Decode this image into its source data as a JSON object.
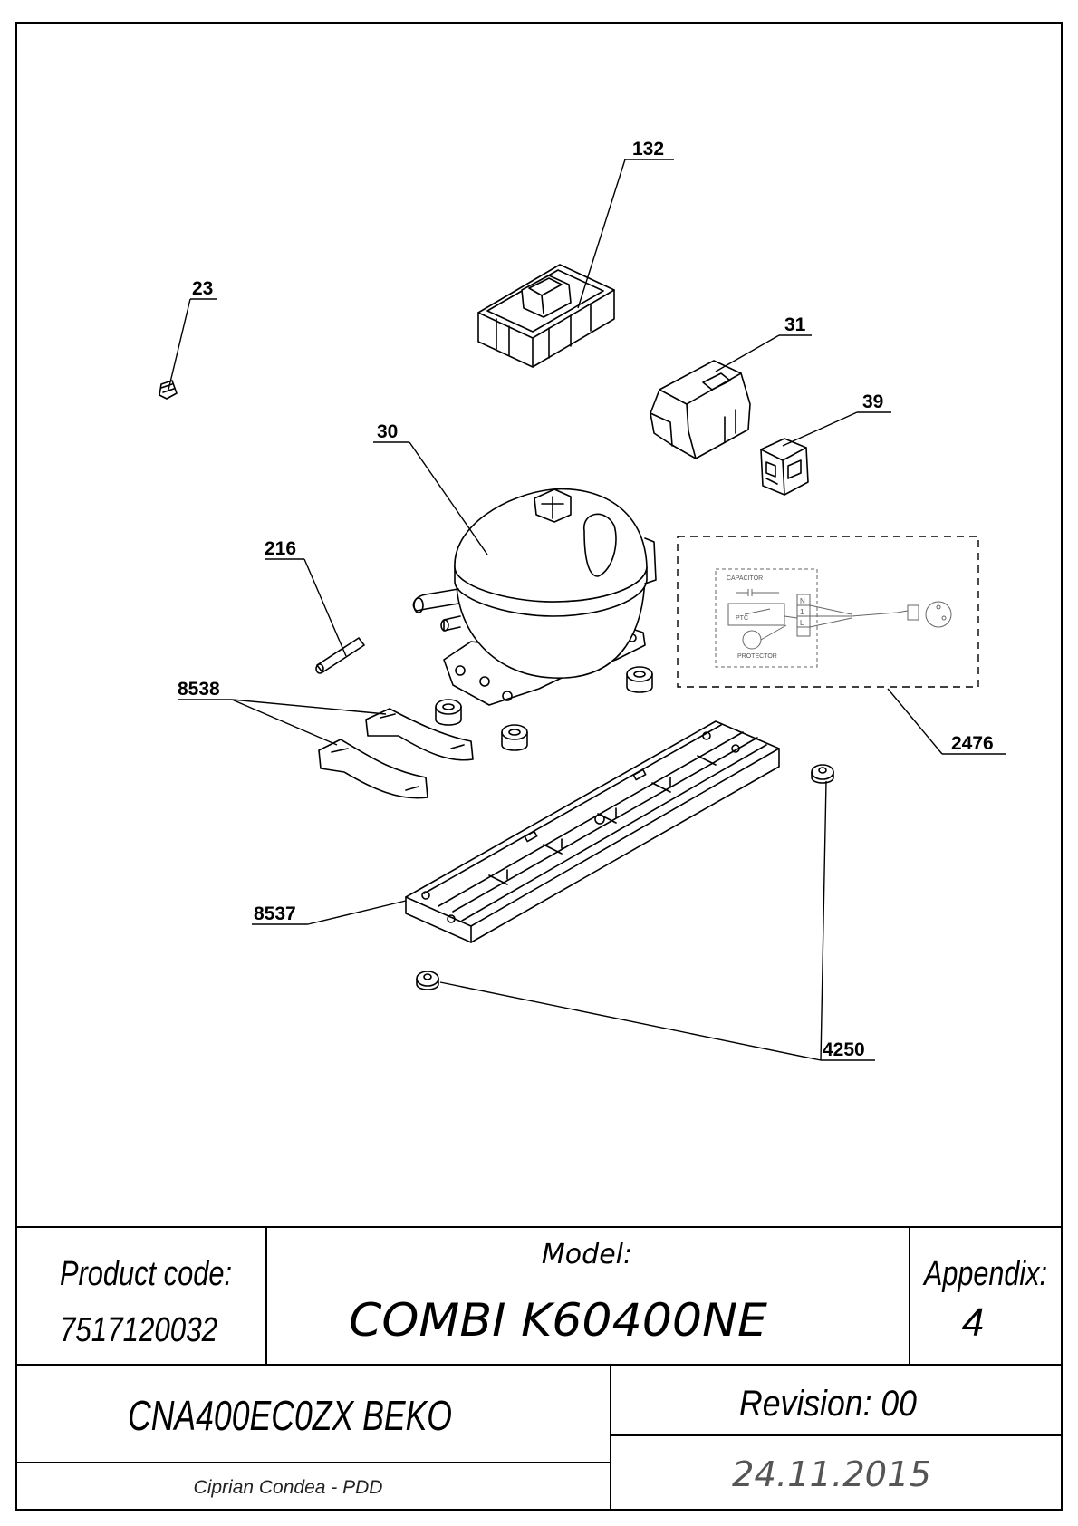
{
  "callouts": {
    "p132": "132",
    "p23": "23",
    "p31": "31",
    "p39": "39",
    "p30": "30",
    "p216": "216",
    "p8538": "8538",
    "p2476": "2476",
    "p8537": "8537",
    "p4250": "4250"
  },
  "wiring": {
    "capacitor": "CAPACITOR",
    "ptc": "PTC",
    "protector": "PROTECTOR",
    "n": "N",
    "one": "1",
    "l": "L"
  },
  "title_block": {
    "product_code_label": "Product code:",
    "product_code": "7517120032",
    "model_label": "Model:",
    "model": "COMBI K60400NE",
    "appendix_label": "Appendix:",
    "appendix": "4",
    "part_name": "CNA400EC0ZX BEKO",
    "revision": "Revision: 00",
    "author": "Ciprian Condea - PDD",
    "date": "24.11.2015"
  }
}
